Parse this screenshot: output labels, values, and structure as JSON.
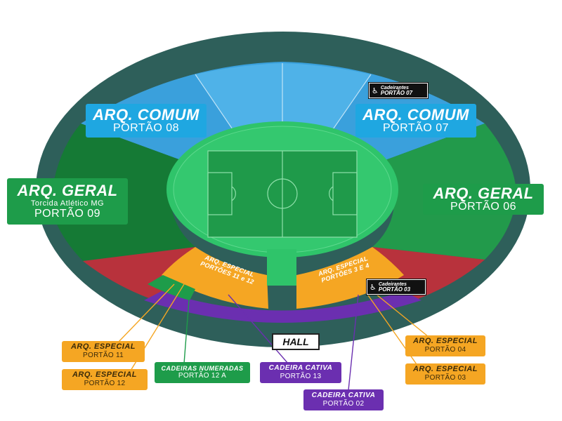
{
  "colors": {
    "outer_ring": "#2e5f5a",
    "blue_section": "#3aa0dc",
    "blue_light": "#4fb2e8",
    "green_section": "#229a4b",
    "green_dark": "#157a35",
    "red_section": "#b8323c",
    "orange_section": "#f5a623",
    "purple_section": "#6b2fb0",
    "field_light": "#2fc46a",
    "field_dark": "#1f9a4a",
    "pitch": "#2aa354"
  },
  "sections": {
    "arq_comum_08": {
      "title": "ARQ. COMUM",
      "gate": "PORTÃO 08"
    },
    "arq_comum_07": {
      "title": "ARQ. COMUM",
      "gate": "PORTÃO 07"
    },
    "arq_geral_09": {
      "title": "ARQ. GERAL",
      "note": "Torcida Atlético MG",
      "gate": "PORTÃO 09"
    },
    "arq_geral_06": {
      "title": "ARQ. GERAL",
      "gate": "PORTÃO 06"
    },
    "arq_especial_11_12": {
      "line1": "ARQ. ESPECIAL",
      "line2": "PORTÕES 11 e 12"
    },
    "arq_especial_3_4": {
      "line1": "ARQ. ESPECIAL",
      "line2": "PORTÕES 3 E 4"
    }
  },
  "wheelchair": {
    "gate07": {
      "label": "Cadeirantes",
      "gate": "PORTÃO 07"
    },
    "gate03": {
      "label": "Cadeirantes",
      "gate": "PORTÃO 03"
    }
  },
  "hall": "HALL",
  "callouts": {
    "esp_11": {
      "title": "ARQ. ESPECIAL",
      "gate": "PORTÃO 11"
    },
    "esp_12": {
      "title": "ARQ. ESPECIAL",
      "gate": "PORTÃO 12"
    },
    "num_12a": {
      "title": "CADEIRAS NUMERADAS",
      "gate": "PORTÃO 12 A"
    },
    "cativa_13": {
      "title": "CADEIRA CATIVA",
      "gate": "PORTÃO 13"
    },
    "cativa_02": {
      "title": "CADEIRA CATIVA",
      "gate": "PORTÃO 02"
    },
    "esp_04": {
      "title": "ARQ. ESPECIAL",
      "gate": "PORTÃO 04"
    },
    "esp_03": {
      "title": "ARQ. ESPECIAL",
      "gate": "PORTÃO 03"
    }
  }
}
